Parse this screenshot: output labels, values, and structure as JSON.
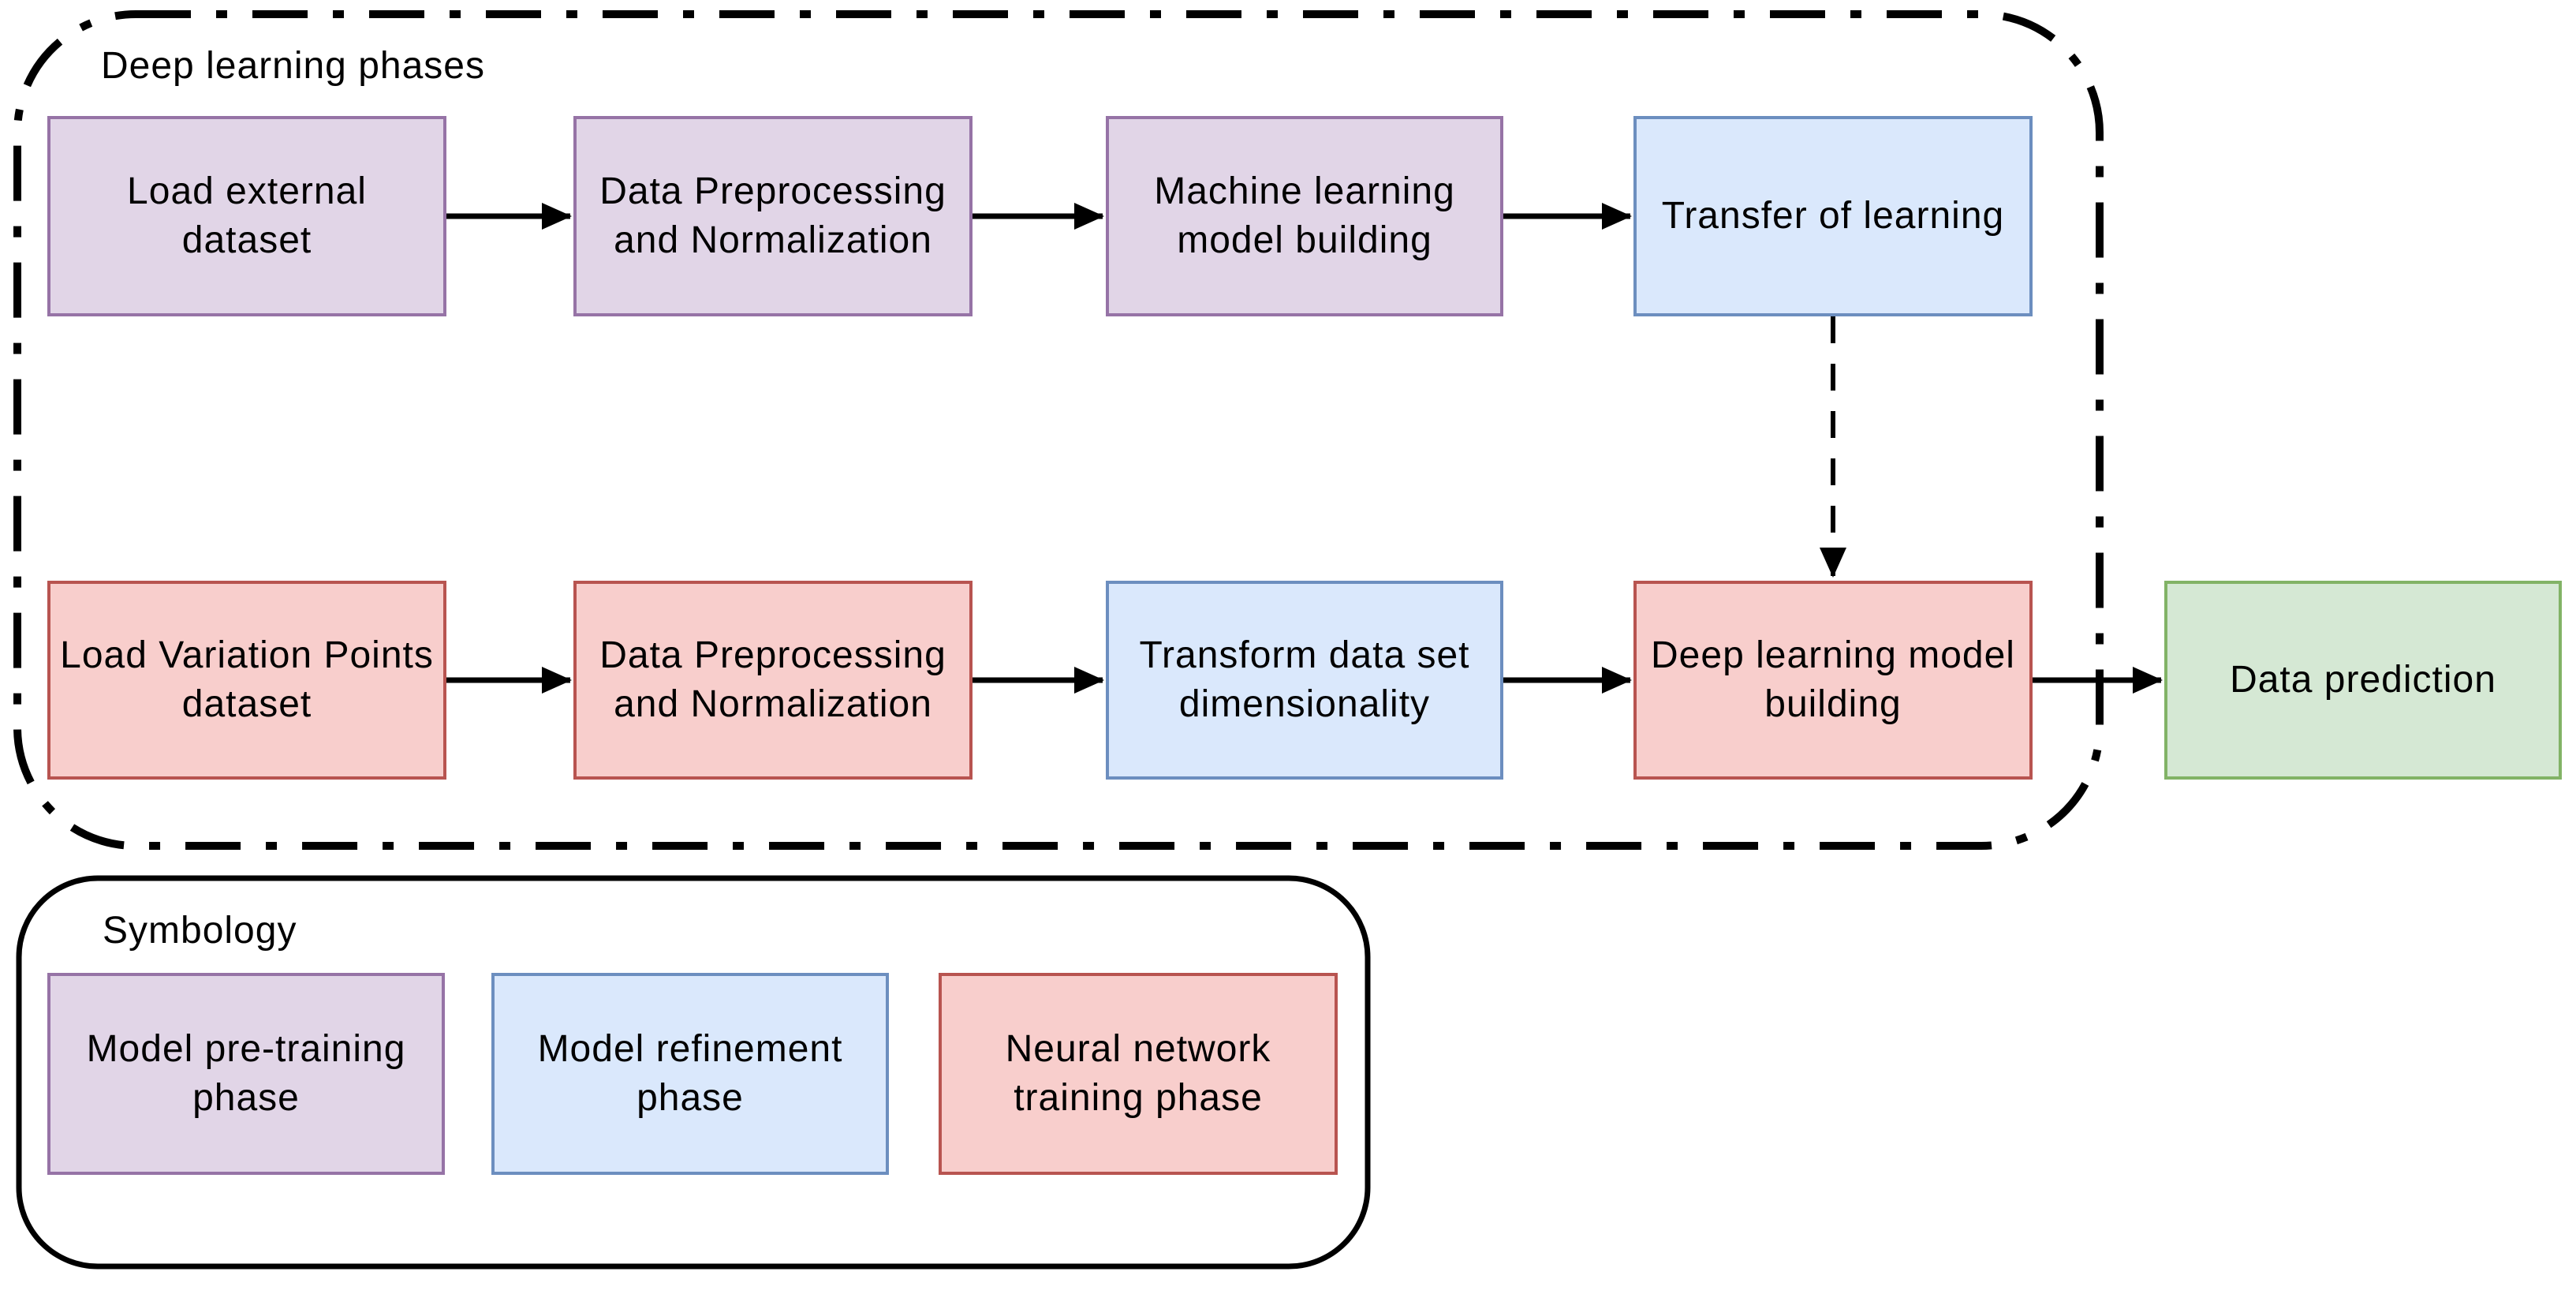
{
  "phases_container": {
    "title": "Deep learning phases",
    "pretraining_flow": [
      {
        "label": "Load external\ndataset",
        "phase": "pretraining"
      },
      {
        "label": "Data Preprocessing\nand Normalization",
        "phase": "pretraining"
      },
      {
        "label": "Machine learning\nmodel building",
        "phase": "pretraining"
      },
      {
        "label": "Transfer of learning",
        "phase": "refinement"
      }
    ],
    "training_flow": [
      {
        "label": "Load Variation Points\ndataset",
        "phase": "training"
      },
      {
        "label": "Data Preprocessing\nand Normalization",
        "phase": "training"
      },
      {
        "label": "Transform data set\ndimensionality",
        "phase": "refinement"
      },
      {
        "label": "Deep learning model\nbuilding",
        "phase": "training"
      }
    ],
    "transfer_arrow": "dashed arrow from Transfer of learning down to Deep learning model building"
  },
  "output_box": {
    "label": "Data prediction",
    "phase": "prediction"
  },
  "legend": {
    "title": "Symbology",
    "items": [
      {
        "label": "Model pre-training\nphase",
        "phase": "pretraining"
      },
      {
        "label": "Model refinement\nphase",
        "phase": "refinement"
      },
      {
        "label": "Neural network\ntraining phase",
        "phase": "training"
      }
    ]
  },
  "palette": {
    "pretraining_fill": "#e1d5e7",
    "pretraining_stroke": "#9673a6",
    "refinement_fill": "#dae8fc",
    "refinement_stroke": "#6c8ebf",
    "training_fill": "#f8cecc",
    "training_stroke": "#b85450",
    "prediction_fill": "#d5e8d4",
    "prediction_stroke": "#82b366",
    "line_color": "#000000"
  }
}
